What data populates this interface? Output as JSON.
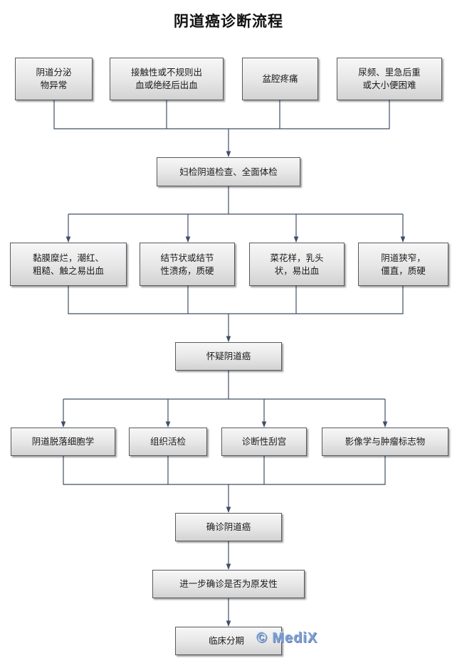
{
  "title": "阴道癌诊断流程",
  "nodes": {
    "symptom_discharge": "阴道分泌\n物异常",
    "symptom_bleeding": "接触性或不规则出\n血或绝经后出血",
    "symptom_pain": "盆腔疼痛",
    "symptom_urinary": "尿频、里急后重\n或大小便困难",
    "exam": "妇检阴道检查、全面体检",
    "finding_mucosa": "黏膜糜烂，潮红、\n粗糙、触之易出血",
    "finding_nodular": "结节状或结节\n性溃疡，质硬",
    "finding_cauliflower": "菜花样，乳头\n状，易出血",
    "finding_stenosis": "阴道狭窄，\n僵直，质硬",
    "suspect": "怀疑阴道癌",
    "test_cytology": "阴道脱落细胞学",
    "test_biopsy": "组织活检",
    "test_curettage": "诊断性刮宫",
    "test_imaging": "影像学与肿瘤标志物",
    "confirm": "确诊阴道癌",
    "primary_check": "进一步确诊是否为原发性",
    "staging": "临床分期"
  },
  "watermark": "© MediX",
  "colors": {
    "connector": "#3f4f66",
    "node_border": "#555a60",
    "node_fill_top": "#f7f7f7",
    "node_fill_bottom": "#d2d2d2"
  }
}
